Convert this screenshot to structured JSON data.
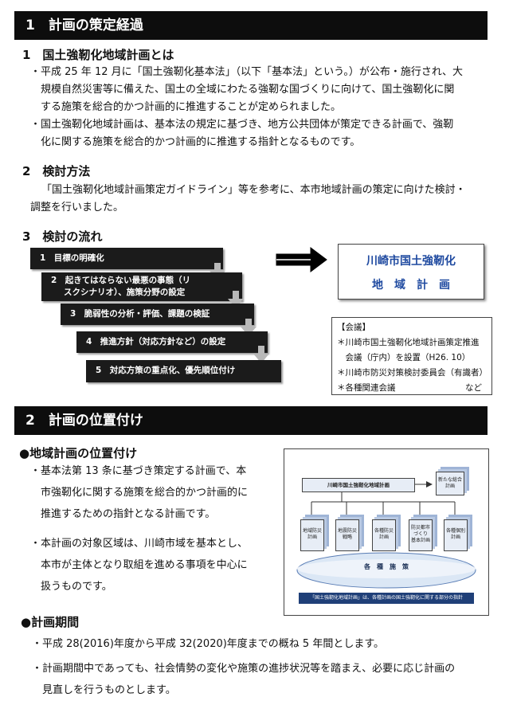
{
  "section1": {
    "title": "1　計画の策定経過",
    "sub1": {
      "heading": "1　国土強靭化地域計画とは",
      "bullets": [
        [
          "・平成 25 年 12 月に「国土強靭化基本法」（以下「基本法」という。）が公布・施行され、大",
          "規模自然災害等に備えた、国土の全域にわたる強靭な国づくりに向けて、国土強靭化に関",
          "する施策を総合的かつ計画的に推進することが定められました。"
        ],
        [
          "・国土強靭化地域計画は、基本法の規定に基づき、地方公共団体が策定できる計画で、強靭",
          "化に関する施策を総合的かつ計画的に推進する指針となるものです。"
        ]
      ]
    },
    "sub2": {
      "heading": "2　検討方法",
      "lines": [
        "「国土強靭化地域計画策定ガイドライン」等を参考に、本市地域計画の策定に向けた検討・",
        "調整を行いました。"
      ]
    },
    "sub3": {
      "heading": "3　検討の流れ",
      "steps": [
        [
          "1　目標の明確化"
        ],
        [
          "2　起きてはならない最悪の事態（リ",
          "スクシナリオ）、施策分野の設定"
        ],
        [
          "3　脆弱性の分析・評価、課題の検証"
        ],
        [
          "4　推進方針（対応方針など）の設定"
        ],
        [
          "5　対応方策の重点化、優先順位付け"
        ]
      ],
      "plan_box": [
        "川崎市国土強靭化",
        "地　域　計　画"
      ],
      "meetings": {
        "title": "【会議】",
        "lines": [
          "＊川崎市国土強靭化地域計画策定推進",
          "　会議（庁内）を設置（H26. 10）",
          "＊川崎市防災対策検討委員会（有識者）",
          "＊各種関連会議"
        ],
        "etc": "など"
      }
    }
  },
  "section2": {
    "title": "2　計画の位置付け",
    "positioning": {
      "heading": "●地域計画の位置付け",
      "bullets": [
        [
          "・基本法第 13 条に基づき策定する計画で、本",
          "　市強靭化に関する施策を総合的かつ計画的に",
          "　推進するための指針となる計画です。"
        ],
        [
          "・本計画の対象区域は、川崎市域を基本とし、",
          "　本市が主体となり取組を進める事項を中心に",
          "　扱うものです。"
        ]
      ],
      "figure": {
        "main_label": "川崎市国土強靭化地域計画",
        "side_label": [
          "新たな総合",
          "計画"
        ],
        "plans": [
          [
            "地域防災",
            "計画"
          ],
          [
            "地震防災",
            "戦略"
          ],
          [
            "各種防災",
            "計画"
          ],
          [
            "防災都市",
            "づくり",
            "基本計画"
          ],
          [
            "各種個別",
            "計画"
          ]
        ],
        "measures": "各　種　施　策",
        "caption": "「国土強靭化地域計画」は、各種計画の国土強靭化に関する部分の指針"
      }
    },
    "period": {
      "heading": "●計画期間",
      "bullets": [
        [
          "・平成 28(2016)年度から平成 32(2020)年度までの概ね 5 年間とします。"
        ],
        [
          "・計画期間中であっても、社会情勢の変化や施策の進捗状況等を踏まえ、必要に応じ計画の",
          "　見直しを行うものとします。"
        ]
      ]
    }
  }
}
